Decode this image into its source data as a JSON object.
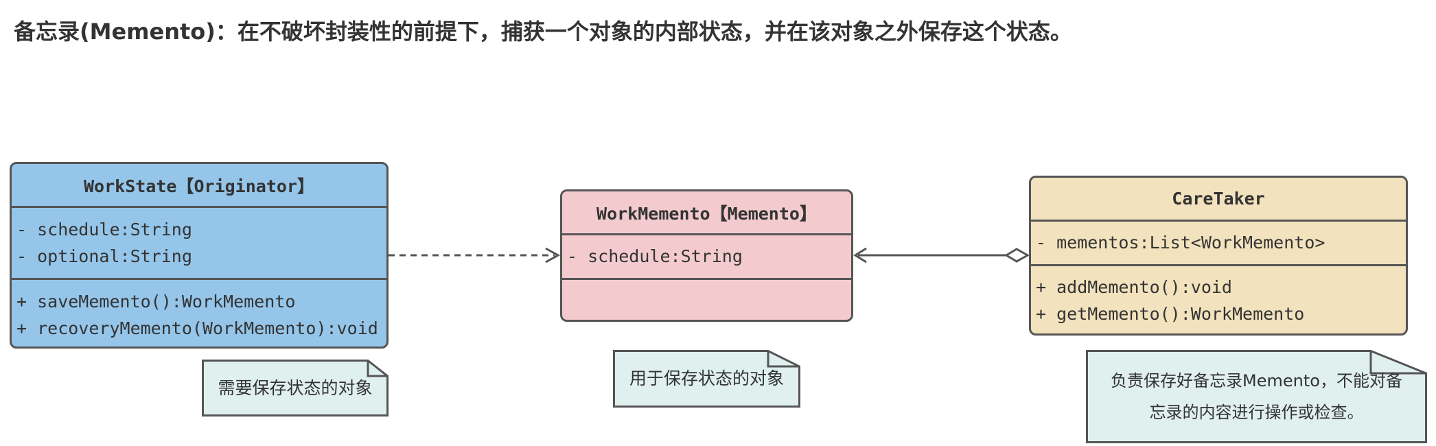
{
  "title": "备忘录(Memento)：在不破坏封装性的前提下，捕获一个对象的内部状态，并在该对象之外保存这个状态。",
  "colors": {
    "originator_fill": "#95c6ea",
    "memento_fill": "#f3cbce",
    "caretaker_fill": "#f2e2bd",
    "note_fill": "#dff0ee",
    "border": "#555555",
    "text": "#333333"
  },
  "classes": {
    "originator": {
      "name": "WorkState【Originator】",
      "attributes": [
        "- schedule:String",
        "- optional:String"
      ],
      "methods": [
        "+ saveMemento():WorkMemento",
        "+ recoveryMemento(WorkMemento):void"
      ]
    },
    "memento": {
      "name": "WorkMemento【Memento】",
      "attributes": [
        "- schedule:String"
      ],
      "methods": []
    },
    "caretaker": {
      "name": "CareTaker",
      "attributes": [
        "- mementos:List<WorkMemento>"
      ],
      "methods": [
        "+ addMemento():void",
        "+ getMemento():WorkMemento"
      ]
    }
  },
  "notes": {
    "originator": "需要保存状态的对象",
    "memento": "用于保存状态的对象",
    "caretaker_line1": "负责保存好备忘录Memento，不能对备",
    "caretaker_line2": "忘录的内容进行操作或检查。"
  },
  "relations": [
    {
      "from": "WorkState",
      "to": "WorkMemento",
      "type": "dependency",
      "style": "dashed-arrow"
    },
    {
      "from": "CareTaker",
      "to": "WorkMemento",
      "type": "aggregation",
      "style": "solid-arrow-hollow-diamond"
    }
  ]
}
